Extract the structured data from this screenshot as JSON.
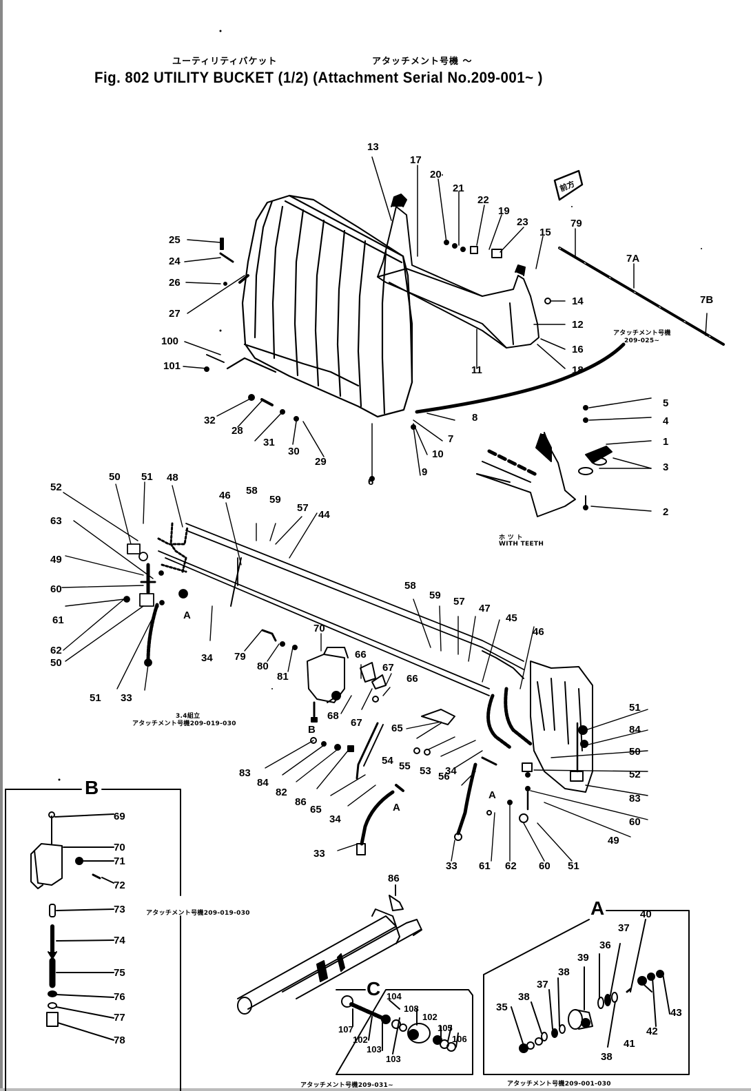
{
  "title": {
    "jp_left": "ユーティリティバケット",
    "jp_right": "アタッチメント号機 〜",
    "main": "Fig. 802  UTILITY BUCKET (1/2) (Attachment Serial No.209-001~ )"
  },
  "direction_badge": "前方",
  "notes": {
    "serial_hose": "アタッチメント号機",
    "serial_hose_range": "209-025~",
    "with_teeth_jp": "ホ ツ ト",
    "with_teeth": "WITH TEETH",
    "valve_jp": "3.4組立",
    "valve_serial": "アタッチメント号機209-019-030",
    "detail_b_serial": "アタッチメント号機209-019-030",
    "detail_c_serial": "アタッチメント号機209-031~",
    "detail_a_serial": "アタッチメント号機209-001-030"
  },
  "details": {
    "b": "B",
    "c": "C",
    "a": "A",
    "marker_a1": "A",
    "marker_a2": "A",
    "marker_a3": "A",
    "marker_b": "B"
  },
  "callouts": {
    "c13": "13",
    "c17": "17",
    "c20": "20",
    "c21": "21",
    "c22": "22",
    "c19": "19",
    "c23": "23",
    "c15": "15",
    "c79": "79",
    "c7A": "7A",
    "c7B": "7B",
    "c14": "14",
    "c12": "12",
    "c16": "16",
    "c18": "18",
    "c11": "11",
    "c25": "25",
    "c24": "24",
    "c26": "26",
    "c27": "27",
    "c100": "100",
    "c101": "101",
    "c32": "32",
    "c28": "28",
    "c31": "31",
    "c30": "30",
    "c29": "29",
    "c8": "8",
    "c7": "7",
    "c10": "10",
    "c9": "9",
    "c6": "6",
    "c5": "5",
    "c4": "4",
    "c1": "1",
    "c3": "3",
    "c2": "2",
    "l50": "50",
    "l51": "51",
    "l48": "48",
    "l52": "52",
    "l63": "63",
    "l49": "49",
    "l60": "60",
    "l61": "61",
    "l62": "62",
    "l50b": "50",
    "l51b": "51",
    "l33": "33",
    "l46": "46",
    "l58": "58",
    "l59": "59",
    "l57": "57",
    "l44": "44",
    "l34": "34",
    "m79": "79",
    "m80": "80",
    "m81": "81",
    "m70": "70",
    "m66": "66",
    "m67": "67",
    "m68": "68",
    "m67b": "67",
    "m66b": "66",
    "r58": "58",
    "r59": "59",
    "r57": "57",
    "r47": "47",
    "r45": "45",
    "r46": "46",
    "r51": "51",
    "r84": "84",
    "r50": "50",
    "r52": "52",
    "r83": "83",
    "r60": "60",
    "r49": "49",
    "b33": "33",
    "b61": "61",
    "b62": "62",
    "b60": "60",
    "b51": "51",
    "b34": "34",
    "n65": "65",
    "n54": "54",
    "n55": "55",
    "n53": "53",
    "n56": "56",
    "s83": "83",
    "s84": "84",
    "s82": "82",
    "s86": "86",
    "s65": "65",
    "s34": "34",
    "s33": "33",
    "d69": "69",
    "d70": "70",
    "d71": "71",
    "d72": "72",
    "d73": "73",
    "d74": "74",
    "d75": "75",
    "d76": "76",
    "d77": "77",
    "d78": "78",
    "cyl86": "86",
    "c104": "104",
    "c108": "108",
    "c107": "107",
    "c102a": "102",
    "c103a": "103",
    "c103b": "103",
    "c102b": "102",
    "c105": "105",
    "c106": "106",
    "a40": "40",
    "a37": "37",
    "a36": "36",
    "a39": "39",
    "a38a": "38",
    "a37b": "37",
    "a38b": "38",
    "a35": "35",
    "a41": "41",
    "a42": "42",
    "a43": "43",
    "a38c": "38"
  }
}
